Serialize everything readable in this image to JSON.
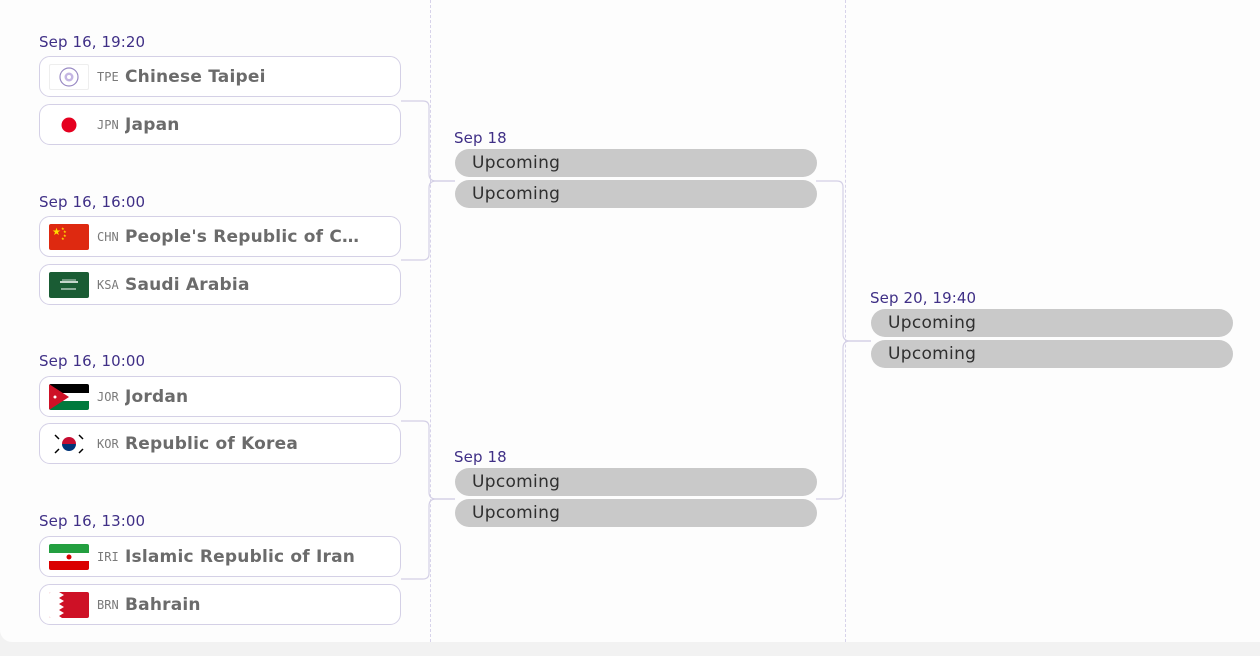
{
  "round1": [
    {
      "date": "Sep 16, 19:20",
      "teams": [
        {
          "code": "TPE",
          "name": "Chinese Taipei",
          "flag": "tpe-flag-icon"
        },
        {
          "code": "JPN",
          "name": "Japan",
          "flag": "jpn-flag-icon"
        }
      ]
    },
    {
      "date": "Sep 16, 16:00",
      "teams": [
        {
          "code": "CHN",
          "name": "People's Republic of China",
          "flag": "chn-flag-icon"
        },
        {
          "code": "KSA",
          "name": "Saudi Arabia",
          "flag": "ksa-flag-icon"
        }
      ]
    },
    {
      "date": "Sep 16, 10:00",
      "teams": [
        {
          "code": "JOR",
          "name": "Jordan",
          "flag": "jor-flag-icon"
        },
        {
          "code": "KOR",
          "name": "Republic of Korea",
          "flag": "kor-flag-icon"
        }
      ]
    },
    {
      "date": "Sep 16, 13:00",
      "teams": [
        {
          "code": "IRI",
          "name": "Islamic Republic of Iran",
          "flag": "iri-flag-icon"
        },
        {
          "code": "BRN",
          "name": "Bahrain",
          "flag": "brn-flag-icon"
        }
      ]
    }
  ],
  "semifinals": [
    {
      "date": "Sep 18",
      "slots": [
        "Upcoming",
        "Upcoming"
      ]
    },
    {
      "date": "Sep 18",
      "slots": [
        "Upcoming",
        "Upcoming"
      ]
    }
  ],
  "final": {
    "date": "Sep 20, 19:40",
    "slots": [
      "Upcoming",
      "Upcoming"
    ]
  },
  "colors": {
    "date": "#3f2f86",
    "pill": "#c9c9c9",
    "border": "#d4d0e6"
  }
}
